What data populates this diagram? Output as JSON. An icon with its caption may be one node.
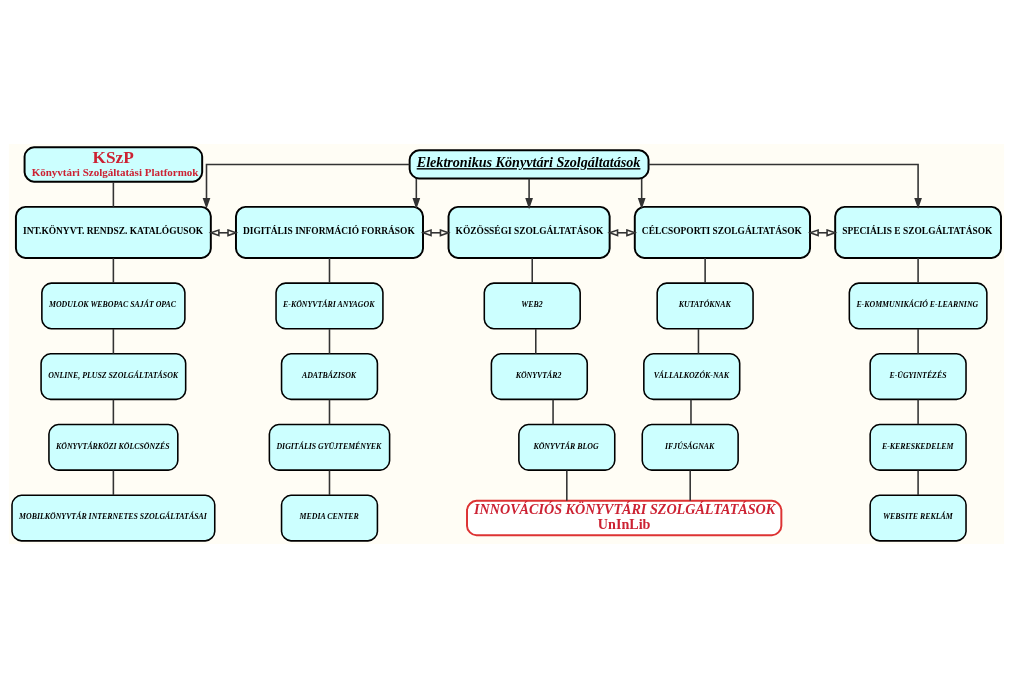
{
  "diagram": {
    "nodes": [
      {
        "text": [
          "KSzP",
          "Könyvtári Szolgáltatási Platformok"
        ]
      },
      {
        "text": [
          "Elektronikus Könyvtári Szolgáltatások"
        ]
      },
      {
        "text": [
          "INT.KÖNYVT. RENDSZ. KATALÓGUSOK"
        ]
      },
      {
        "text": [
          "DIGITÁLIS INFORMÁCIÓ FORRÁSOK"
        ]
      },
      {
        "text": [
          "KÖZÖSSÉGI SZOLGÁLTATÁSOK"
        ]
      },
      {
        "text": [
          "CÉLCSOPORTI SZOLGÁLTATÁSOK"
        ]
      },
      {
        "text": [
          "SPECIÁLIS E SZOLGÁLTATÁSOK"
        ]
      },
      {
        "text": [
          "MODULOK WEBOPAC SAJÁT OPAC"
        ]
      },
      {
        "text": [
          "ONLINE, PLUSZ SZOLGÁLTATÁSOK"
        ]
      },
      {
        "text": [
          "KÖNYVTÁRKÖZI KÖLCSÖNZÉS"
        ]
      },
      {
        "text": [
          "MOBILKÖNYVTÁR INTERNETES SZOLGÁLTATÁSAI"
        ]
      },
      {
        "text": [
          "E-KÖNYVTÁRI ANYAGOK"
        ]
      },
      {
        "text": [
          "ADATBÁZISOK"
        ]
      },
      {
        "text": [
          "DIGITÁLIS GYŰJTEMÉNYEK"
        ]
      },
      {
        "text": [
          "MEDIA CENTER"
        ]
      },
      {
        "text": [
          "WEB2"
        ]
      },
      {
        "text": [
          "KÖNYVTÁR2"
        ]
      },
      {
        "text": [
          "KÖNYVTÁR BLOG"
        ]
      },
      {
        "text": [
          "KUTATÓKNAK"
        ]
      },
      {
        "text": [
          "VÁLLALKOZÓK-NAK"
        ]
      },
      {
        "text": [
          "IFJÚSÁGNAK"
        ]
      },
      {
        "text": [
          "E-KOMMUNIKÁCIÓ E-LEARNING"
        ]
      },
      {
        "text": [
          "E-ÜGYINTÉZÉS"
        ]
      },
      {
        "text": [
          "E-KERESKEDELEM"
        ]
      },
      {
        "text": [
          "WEBSITE REKLÁM"
        ]
      },
      {
        "text": [
          "INNOVÁCIÓS KÖNYVTÁRI SZOLGÁLTATÁSOK",
          "UnInLib"
        ]
      }
    ],
    "edges": [
      {
        "from": 0,
        "to": 2,
        "arrow": "none"
      },
      {
        "from": 1,
        "to": 2,
        "arrow": "to"
      },
      {
        "from": 1,
        "to": 3,
        "arrow": "to"
      },
      {
        "from": 1,
        "to": 4,
        "arrow": "to"
      },
      {
        "from": 1,
        "to": 5,
        "arrow": "to"
      },
      {
        "from": 1,
        "to": 6,
        "arrow": "to"
      },
      {
        "from": 2,
        "to": 3,
        "arrow": "both"
      },
      {
        "from": 3,
        "to": 4,
        "arrow": "both"
      },
      {
        "from": 4,
        "to": 5,
        "arrow": "both"
      },
      {
        "from": 5,
        "to": 6,
        "arrow": "both"
      },
      {
        "from": 2,
        "to": 7,
        "arrow": "none"
      },
      {
        "from": 7,
        "to": 8,
        "arrow": "none"
      },
      {
        "from": 8,
        "to": 9,
        "arrow": "none"
      },
      {
        "from": 9,
        "to": 10,
        "arrow": "none"
      },
      {
        "from": 3,
        "to": 11,
        "arrow": "none"
      },
      {
        "from": 11,
        "to": 12,
        "arrow": "none"
      },
      {
        "from": 12,
        "to": 13,
        "arrow": "none"
      },
      {
        "from": 13,
        "to": 14,
        "arrow": "none"
      },
      {
        "from": 4,
        "to": 15,
        "arrow": "none"
      },
      {
        "from": 15,
        "to": 16,
        "arrow": "none"
      },
      {
        "from": 16,
        "to": 17,
        "arrow": "none"
      },
      {
        "from": 5,
        "to": 18,
        "arrow": "none"
      },
      {
        "from": 18,
        "to": 19,
        "arrow": "none"
      },
      {
        "from": 19,
        "to": 20,
        "arrow": "none"
      },
      {
        "from": 6,
        "to": 21,
        "arrow": "none"
      },
      {
        "from": 21,
        "to": 22,
        "arrow": "none"
      },
      {
        "from": 22,
        "to": 23,
        "arrow": "none"
      },
      {
        "from": 23,
        "to": 24,
        "arrow": "none"
      },
      {
        "from": 17,
        "to": 25,
        "arrow": "none"
      },
      {
        "from": 20,
        "to": 25,
        "arrow": "none"
      }
    ]
  }
}
